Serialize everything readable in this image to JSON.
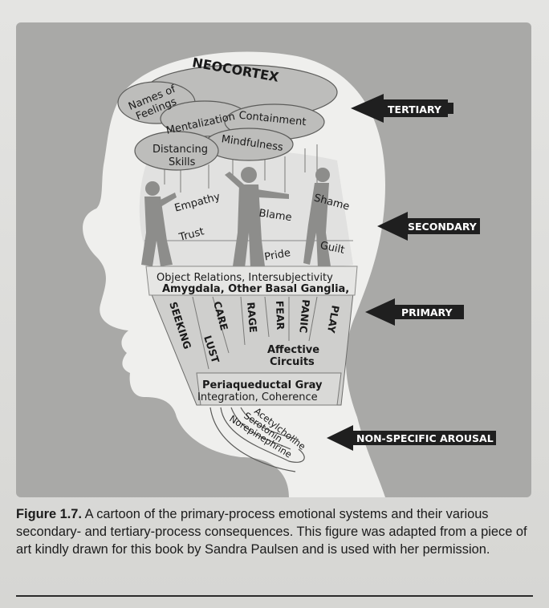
{
  "neocortex": {
    "title": "NEOCORTEX",
    "clouds": [
      "Names of",
      "Feelings",
      "Mentalization",
      "Containment",
      "Mindfulness",
      "Distancing",
      "Skills"
    ]
  },
  "secondary_labels": [
    "Empathy",
    "Trust",
    "Blame",
    "Shame",
    "Pride",
    "Guilt"
  ],
  "brain_band": [
    "Object Relations, Intersubjectivity",
    "Amygdala, Other Basal Ganglia,"
  ],
  "primary_circuits": [
    "SEEKING",
    "LUST",
    "CARE",
    "RAGE",
    "FEAR",
    "PANIC",
    "PLAY"
  ],
  "affective": [
    "Affective",
    "Circuits"
  ],
  "pag": [
    "Periaqueductal Gray",
    "Integration, Coherence"
  ],
  "neuromodulators": [
    "Acetylcholine",
    "Serotonin",
    "Norepinephrine"
  ],
  "arrows": [
    "TERTIARY",
    "SECONDARY",
    "PRIMARY",
    "NON-SPECIFIC AROUSAL"
  ],
  "caption": {
    "label": "Figure 1.7.",
    "text": "A cartoon of the primary-process emotional systems and their various secondary- and tertiary-process consequences. This figure was adapted from a piece of art kindly drawn for this book by Sandra Paulsen and is used with her permission."
  }
}
